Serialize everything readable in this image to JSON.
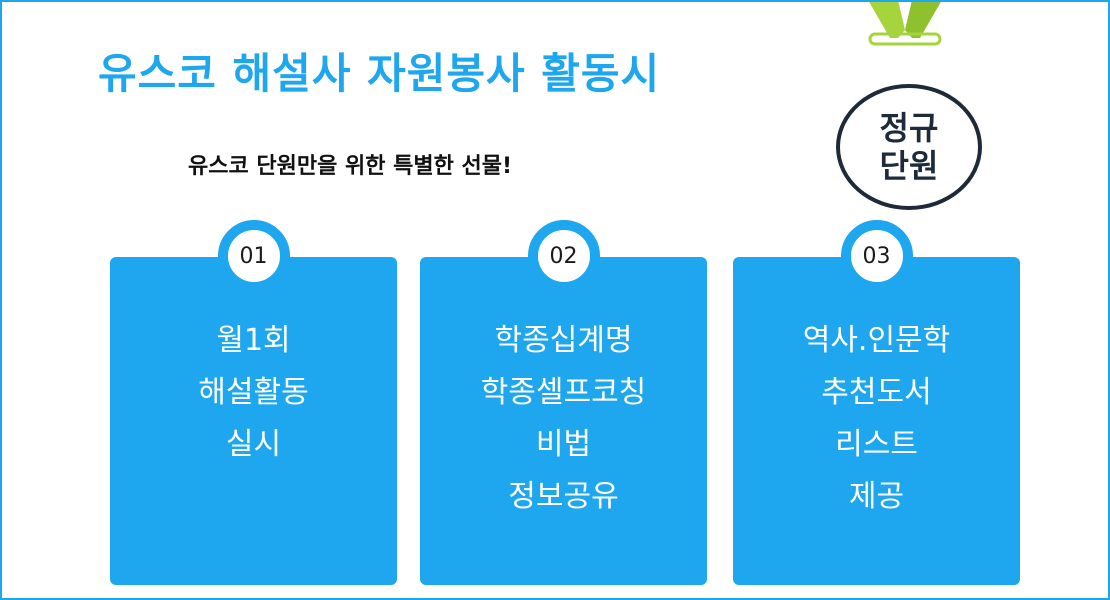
{
  "header": {
    "title": "유스코 해설사 자원봉사 활동시",
    "subtitle": "유스코 단원만을 위한 특별한 선물!"
  },
  "medal": {
    "label": "정규\n단원"
  },
  "cards": [
    {
      "number": "01",
      "text": "월1회\n해설활동\n실시"
    },
    {
      "number": "02",
      "text": "학종십계명\n학종셀프코칭\n비법\n정보공유"
    },
    {
      "number": "03",
      "text": "역사.인문학\n추천도서\n리스트\n제공"
    }
  ],
  "colors": {
    "accent": "#1ea7ee",
    "dark": "#1e2a3a",
    "ribbon": "#a6d43c"
  },
  "icons": {
    "medal_ribbon": "medal-ribbon-icon"
  }
}
